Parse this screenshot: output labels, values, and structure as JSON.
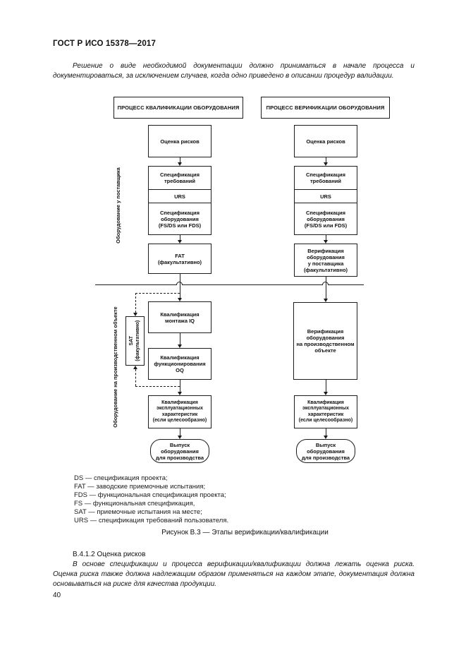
{
  "page": {
    "header": "ГОСТ Р ИСО 15378—2017",
    "intro": "Решение о виде необходимой документации должно приниматься в начале процесса и документироваться, за исключением случаев, когда одно приведено в описании процедур валидации.",
    "page_number": "40"
  },
  "diagram": {
    "left_header": "ПРОЦЕСС КВАЛИФИКАЦИИ ОБОРУДОВАНИЯ",
    "right_header": "ПРОЦЕСС ВЕРИФИКАЦИИ ОБОРУДОВАНИЯ",
    "side_label_supplier": "Оборудование у поставщика",
    "side_label_site": "Оборудование на производственном объекте",
    "sat": "SAT\n(факультативно)",
    "left": {
      "risk": "Оценка рисков",
      "spec_req": "Спецификация\nтребований",
      "urs": "URS",
      "spec_equip": "Спецификация\nоборудования\n(FS/DS или FDS)",
      "fat": "FAT\n(факультативно)",
      "iq": "Квалификация\nмонтажа IQ",
      "oq": "Квалификация\nфункционирования\nOQ",
      "pq": "Квалификация\nэксплуатационных\nхарактеристик\n(если целесообразно)",
      "release": "Выпуск\nоборудования\nдля производства"
    },
    "right": {
      "risk": "Оценка рисков",
      "spec_req": "Спецификация\nтребований",
      "urs": "URS",
      "spec_equip": "Спецификация\nоборудования\n(FS/DS или FDS)",
      "verify_supplier": "Верификация\nоборудования\nу поставщика\n(факультативно)",
      "verify_site": "Верификация\nоборудования\nна производственном\nобъекте",
      "pq": "Квалификация\nэксплуатационных\nхарактеристик\n(если целесообразно)",
      "release": "Выпуск\nоборудования\nдля производства"
    }
  },
  "legend": {
    "items": [
      "DS — спецификация проекта;",
      "FAT — заводские приемочные испытания;",
      "FDS — функциональная спецификация проекта;",
      "FS — функциональная спецификация,",
      "SAT — приемочные испытания на месте;",
      "URS — спецификация требований пользователя."
    ]
  },
  "caption": "Рисунок В.3 — Этапы верификации/квалификации",
  "section": {
    "heading": "В.4.1.2 Оценка рисков",
    "body": "В основе спецификации и процесса верификации/квалификации должна лежать оценка риска. Оценка риска также должна надлежащим образом применяться на каждом этапе, документация должна основываться на риске для качества продукции."
  }
}
